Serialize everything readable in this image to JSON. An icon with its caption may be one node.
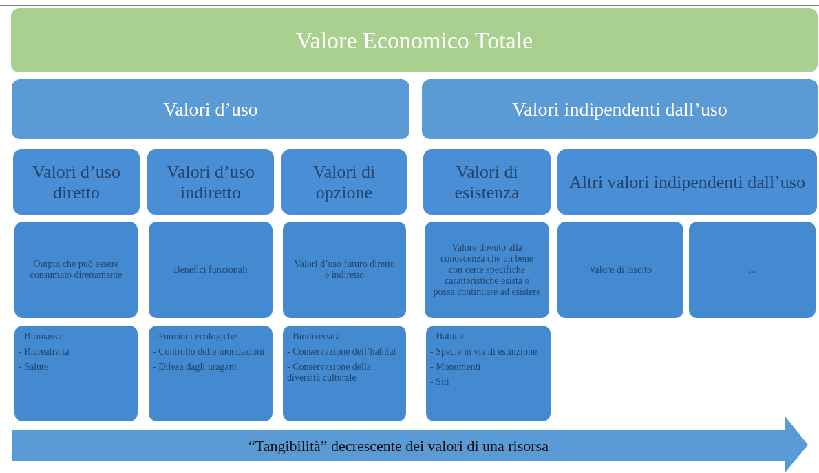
{
  "diagram": {
    "nodes": [
      {
        "text": [
          "Valore Economico Totale"
        ]
      },
      {
        "text": [
          "Valori d’uso"
        ]
      },
      {
        "text": [
          "Valori indipendenti dall’uso"
        ]
      },
      {
        "text": [
          "Valori d’uso diretto"
        ]
      },
      {
        "text": [
          "Valori d’uso indiretto"
        ]
      },
      {
        "text": [
          "Valori di opzione"
        ]
      },
      {
        "text": [
          "Valori di esistenza"
        ]
      },
      {
        "text": [
          "Altri valori indipendenti dall’uso"
        ]
      },
      {
        "text": [
          "Output che può essere consumato direttamente"
        ]
      },
      {
        "text": [
          "Benefici funzionali"
        ]
      },
      {
        "text": [
          "Valori d’uso futuro diretto e indiretto"
        ]
      },
      {
        "text": [
          "Valore dovuto alla conoscenza che un bene con certe specifiche caratteristiche esista e possa continuare ad esistere"
        ]
      },
      {
        "text": [
          "Valore di lascito"
        ]
      },
      {
        "text": [
          "..."
        ]
      },
      {
        "text": [
          "- Biomassa",
          "- Ricreatività",
          "- Salute"
        ]
      },
      {
        "text": [
          "- Funzioni ecologiche",
          "- Controllo delle inondazioni",
          "- Difesa dagli uragani"
        ]
      },
      {
        "text": [
          "- Biodiversità",
          "- Conservazione dell’habitat",
          "-  Conservazione della diversità culturale"
        ]
      },
      {
        "text": [
          "- Habitat",
          "- Specie in via di estinzione",
          "- Monumenti",
          "- Siti"
        ]
      },
      {
        "text": [
          "“Tangibilità” decrescente dei valori di una risorsa"
        ]
      }
    ],
    "edges": []
  }
}
